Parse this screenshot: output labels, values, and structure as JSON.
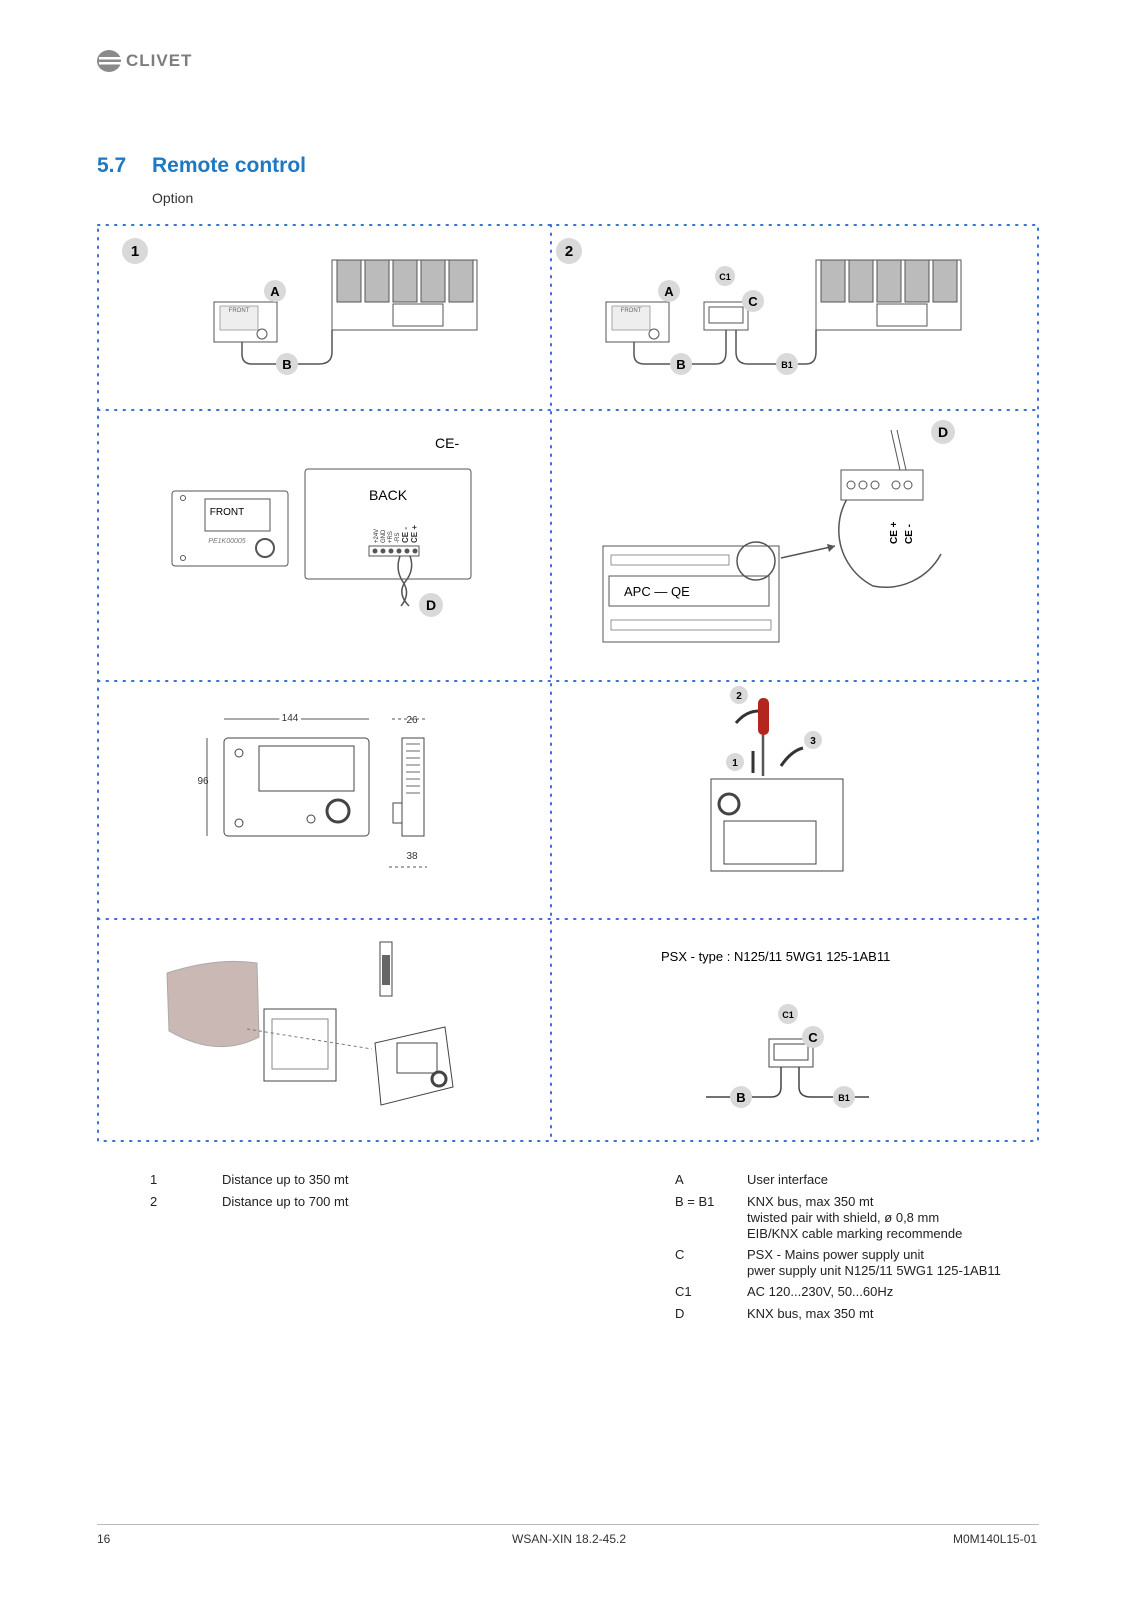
{
  "header": {
    "logo_text": "CLIVET",
    "section_number": "5.7",
    "section_title": "Remote control",
    "subtitle": "Option"
  },
  "panels": {
    "p1": {
      "badge": "1",
      "labels": {
        "a": "A",
        "b": "B",
        "front": "FRONT"
      }
    },
    "p2": {
      "badge": "2",
      "labels": {
        "a": "A",
        "b": "B",
        "b1": "B1",
        "c": "C",
        "c1": "C1",
        "front": "FRONT"
      }
    },
    "p3": {
      "ce_label": "CE-",
      "front": "FRONT",
      "back": "BACK",
      "code": "PE1K00005",
      "d": "D",
      "terminals": [
        "+24V",
        "GND",
        "+RS",
        "-RS",
        "CE -",
        "CE +"
      ]
    },
    "p4": {
      "d": "D",
      "apc": "APC — QE",
      "ce_plus": "CE +",
      "ce_minus": "CE -"
    },
    "p5": {
      "width": "144",
      "height": "96",
      "depth_top": "26",
      "depth_bottom": "38"
    },
    "p6": {
      "step1": "1",
      "step2": "2",
      "step3": "3"
    },
    "p8": {
      "psx_label": "PSX - type : N125/11 5WG1 125-1AB11",
      "c1": "C1",
      "c": "C",
      "b": "B",
      "b1": "B1"
    }
  },
  "legend_left": [
    {
      "key": "1",
      "value": "Distance up to 350 mt"
    },
    {
      "key": "2",
      "value": "Distance up to 700 mt"
    }
  ],
  "legend_right": [
    {
      "key": "A",
      "lines": [
        "User interface"
      ]
    },
    {
      "key": "B = B1",
      "lines": [
        "KNX bus, max 350 mt",
        "twisted pair with shield, ø 0,8 mm",
        "EIB/KNX cable marking recommende"
      ]
    },
    {
      "key": "C",
      "lines": [
        "PSX - Mains power supply unit",
        "pwer supply unit N125/11 5WG1 125-1AB11"
      ]
    },
    {
      "key": "C1",
      "lines": [
        "AC 120...230V, 50...60Hz"
      ]
    },
    {
      "key": "D",
      "lines": [
        "KNX bus, max 350 mt"
      ]
    }
  ],
  "footer": {
    "page": "16",
    "doc": "WSAN-XIN 18.2-45.2",
    "code": "M0M140L15-01"
  },
  "colors": {
    "accent": "#1f78c0",
    "dotted_border": "#3b6fd6",
    "badge_fill": "#d9d9d9",
    "wall": "#c9b8b3",
    "screwdriver": "#b3261e"
  }
}
